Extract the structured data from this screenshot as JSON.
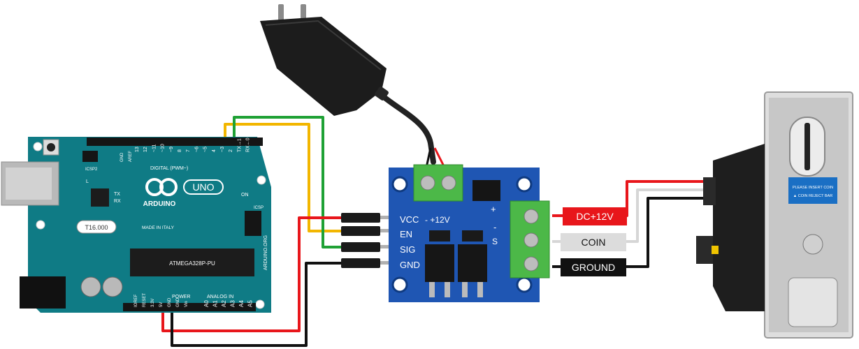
{
  "arduino": {
    "brand": "ARDUINO",
    "model": "UNO",
    "made_in": "MADE IN ITALY",
    "site": "ARDUINO.ORG",
    "digital_header": "DIGITAL (PWM~)",
    "pins_digital": [
      "13",
      "12",
      "~11",
      "~10",
      "~9",
      "8",
      "7",
      "~6",
      "~5",
      "4",
      "~3",
      "2",
      "TX→1",
      "RX←0"
    ],
    "pins_left_top": [
      "GND",
      "AREF"
    ],
    "power_header": "POWER",
    "analog_header": "ANALOG IN",
    "pins_power": [
      "IOREF",
      "RESET",
      "3.3V",
      "5V",
      "GND",
      "GND",
      "Vin"
    ],
    "pins_analog": [
      "A0",
      "A1",
      "A2",
      "A3",
      "A4",
      "A5"
    ],
    "side_labels": {
      "l": "L",
      "tx": "TX",
      "rx": "RX",
      "on": "ON",
      "icsp": "ICSP",
      "icsp2": "ICSP2"
    },
    "crystal": "T16.000",
    "chip": "ATMEGA328P-PU"
  },
  "module": {
    "pins": [
      "VCC",
      "EN",
      "SIG",
      "GND"
    ],
    "supply_label": "- +12V",
    "plus": "+",
    "minus": "-",
    "s": "S"
  },
  "labels": {
    "dc": "DC+12V",
    "coin": "COIN",
    "ground": "GROUND"
  },
  "coin_acceptor": {
    "sticker_line1": "PLEASE INSERT COIN",
    "sticker_line2": "▲ COIN REJECT BAR"
  },
  "colors": {
    "wire_red": "#e8161b",
    "wire_yellow": "#f2b600",
    "wire_green": "#1fa135",
    "wire_black": "#111111",
    "wire_white": "#d6d6d6",
    "arduino_board": "#0f7b85",
    "module_board": "#1f56b3",
    "terminal_green": "#4cb848"
  }
}
